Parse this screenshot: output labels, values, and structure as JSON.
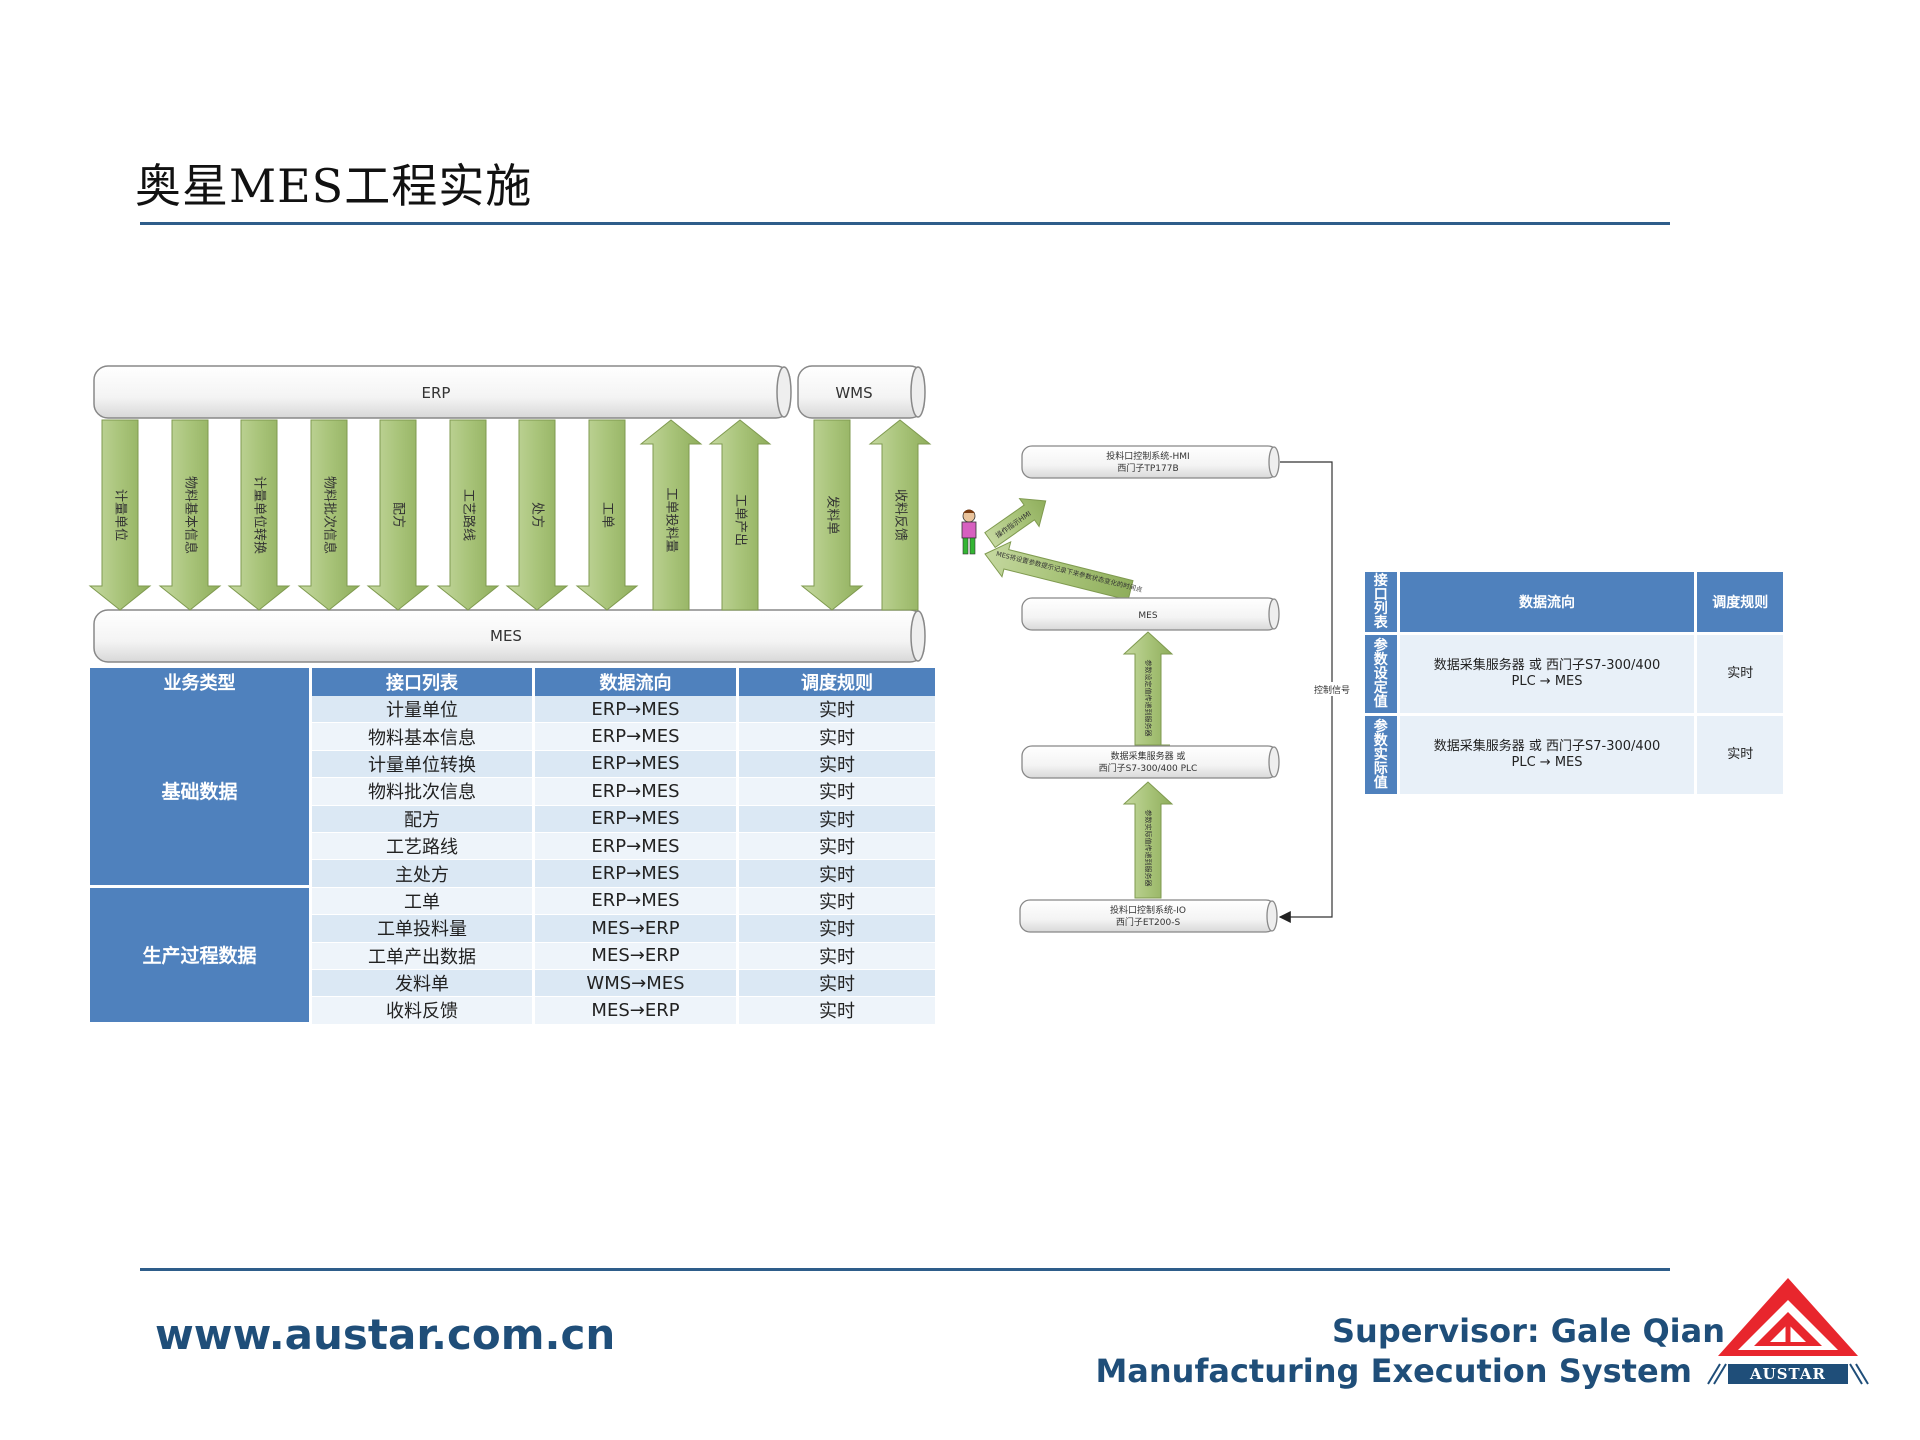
{
  "title": "奥星MES工程实施",
  "footer": {
    "url": "www.austar.com.cn",
    "supervisor": "Supervisor: Gale Qian",
    "system": "Manufacturing Execution System",
    "logo_text": "AUSTAR"
  },
  "colors": {
    "accent": "#1f4e79",
    "rule": "#2e5d8a",
    "table_header": "#4f81bd",
    "arrow_fill": "#9bbb59",
    "logo_red": "#e8262d"
  },
  "flow": {
    "erp": "ERP",
    "wms": "WMS",
    "mes": "MES",
    "down_arrows": [
      "计量单位",
      "物料基本信息",
      "计量单位转换",
      "物料批次信息",
      "配方",
      "工艺路线",
      "处方",
      "工单"
    ],
    "up_arrows": [
      "工单投料量",
      "工单产出"
    ],
    "wms_down": "发料单",
    "wms_up": "收料反馈"
  },
  "control": {
    "hmi_line1": "投料口控制系统-HMI",
    "hmi_line2": "西门子TP177B",
    "mes": "MES",
    "server_line1": "数据采集服务器 或",
    "server_line2": "西门子S7-300/400 PLC",
    "io_line1": "投料口控制系统-IO",
    "io_line2": "西门子ET200-S",
    "arrow_upper": "操作指示HMI",
    "arrow_lower": "MES将设置参数提示记录下来参数状态变化的时间点",
    "arrow_vert_upper": "参数设定值传递到服务器",
    "arrow_vert_lower": "参数实际值传递到服务器",
    "control_signal": "控制信号"
  },
  "interface_table": {
    "headers": [
      "业务类型",
      "接口列表",
      "数据流向",
      "调度规则"
    ],
    "groups": [
      {
        "name": "基础数据",
        "rows": [
          [
            "计量单位",
            "ERP→MES",
            "实时"
          ],
          [
            "物料基本信息",
            "ERP→MES",
            "实时"
          ],
          [
            "计量单位转换",
            "ERP→MES",
            "实时"
          ],
          [
            "物料批次信息",
            "ERP→MES",
            "实时"
          ],
          [
            "配方",
            "ERP→MES",
            "实时"
          ],
          [
            "工艺路线",
            "ERP→MES",
            "实时"
          ],
          [
            "主处方",
            "ERP→MES",
            "实时"
          ]
        ]
      },
      {
        "name": "生产过程数据",
        "rows": [
          [
            "工单",
            "ERP→MES",
            "实时"
          ],
          [
            "工单投料量",
            "MES→ERP",
            "实时"
          ],
          [
            "工单产出数据",
            "MES→ERP",
            "实时"
          ],
          [
            "发料单",
            "WMS→MES",
            "实时"
          ],
          [
            "收料反馈",
            "MES→ERP",
            "实时"
          ]
        ]
      }
    ]
  },
  "param_table": {
    "headers": [
      "接口列表",
      "数据流向",
      "调度规则"
    ],
    "rows": [
      {
        "name": "参数设定值",
        "flow_line1": "数据采集服务器 或 西门子S7-300/400",
        "flow_line2": "PLC → MES",
        "rule": "实时"
      },
      {
        "name": "参数实际值",
        "flow_line1": "数据采集服务器 或 西门子S7-300/400",
        "flow_line2": "PLC → MES",
        "rule": "实时"
      }
    ]
  }
}
